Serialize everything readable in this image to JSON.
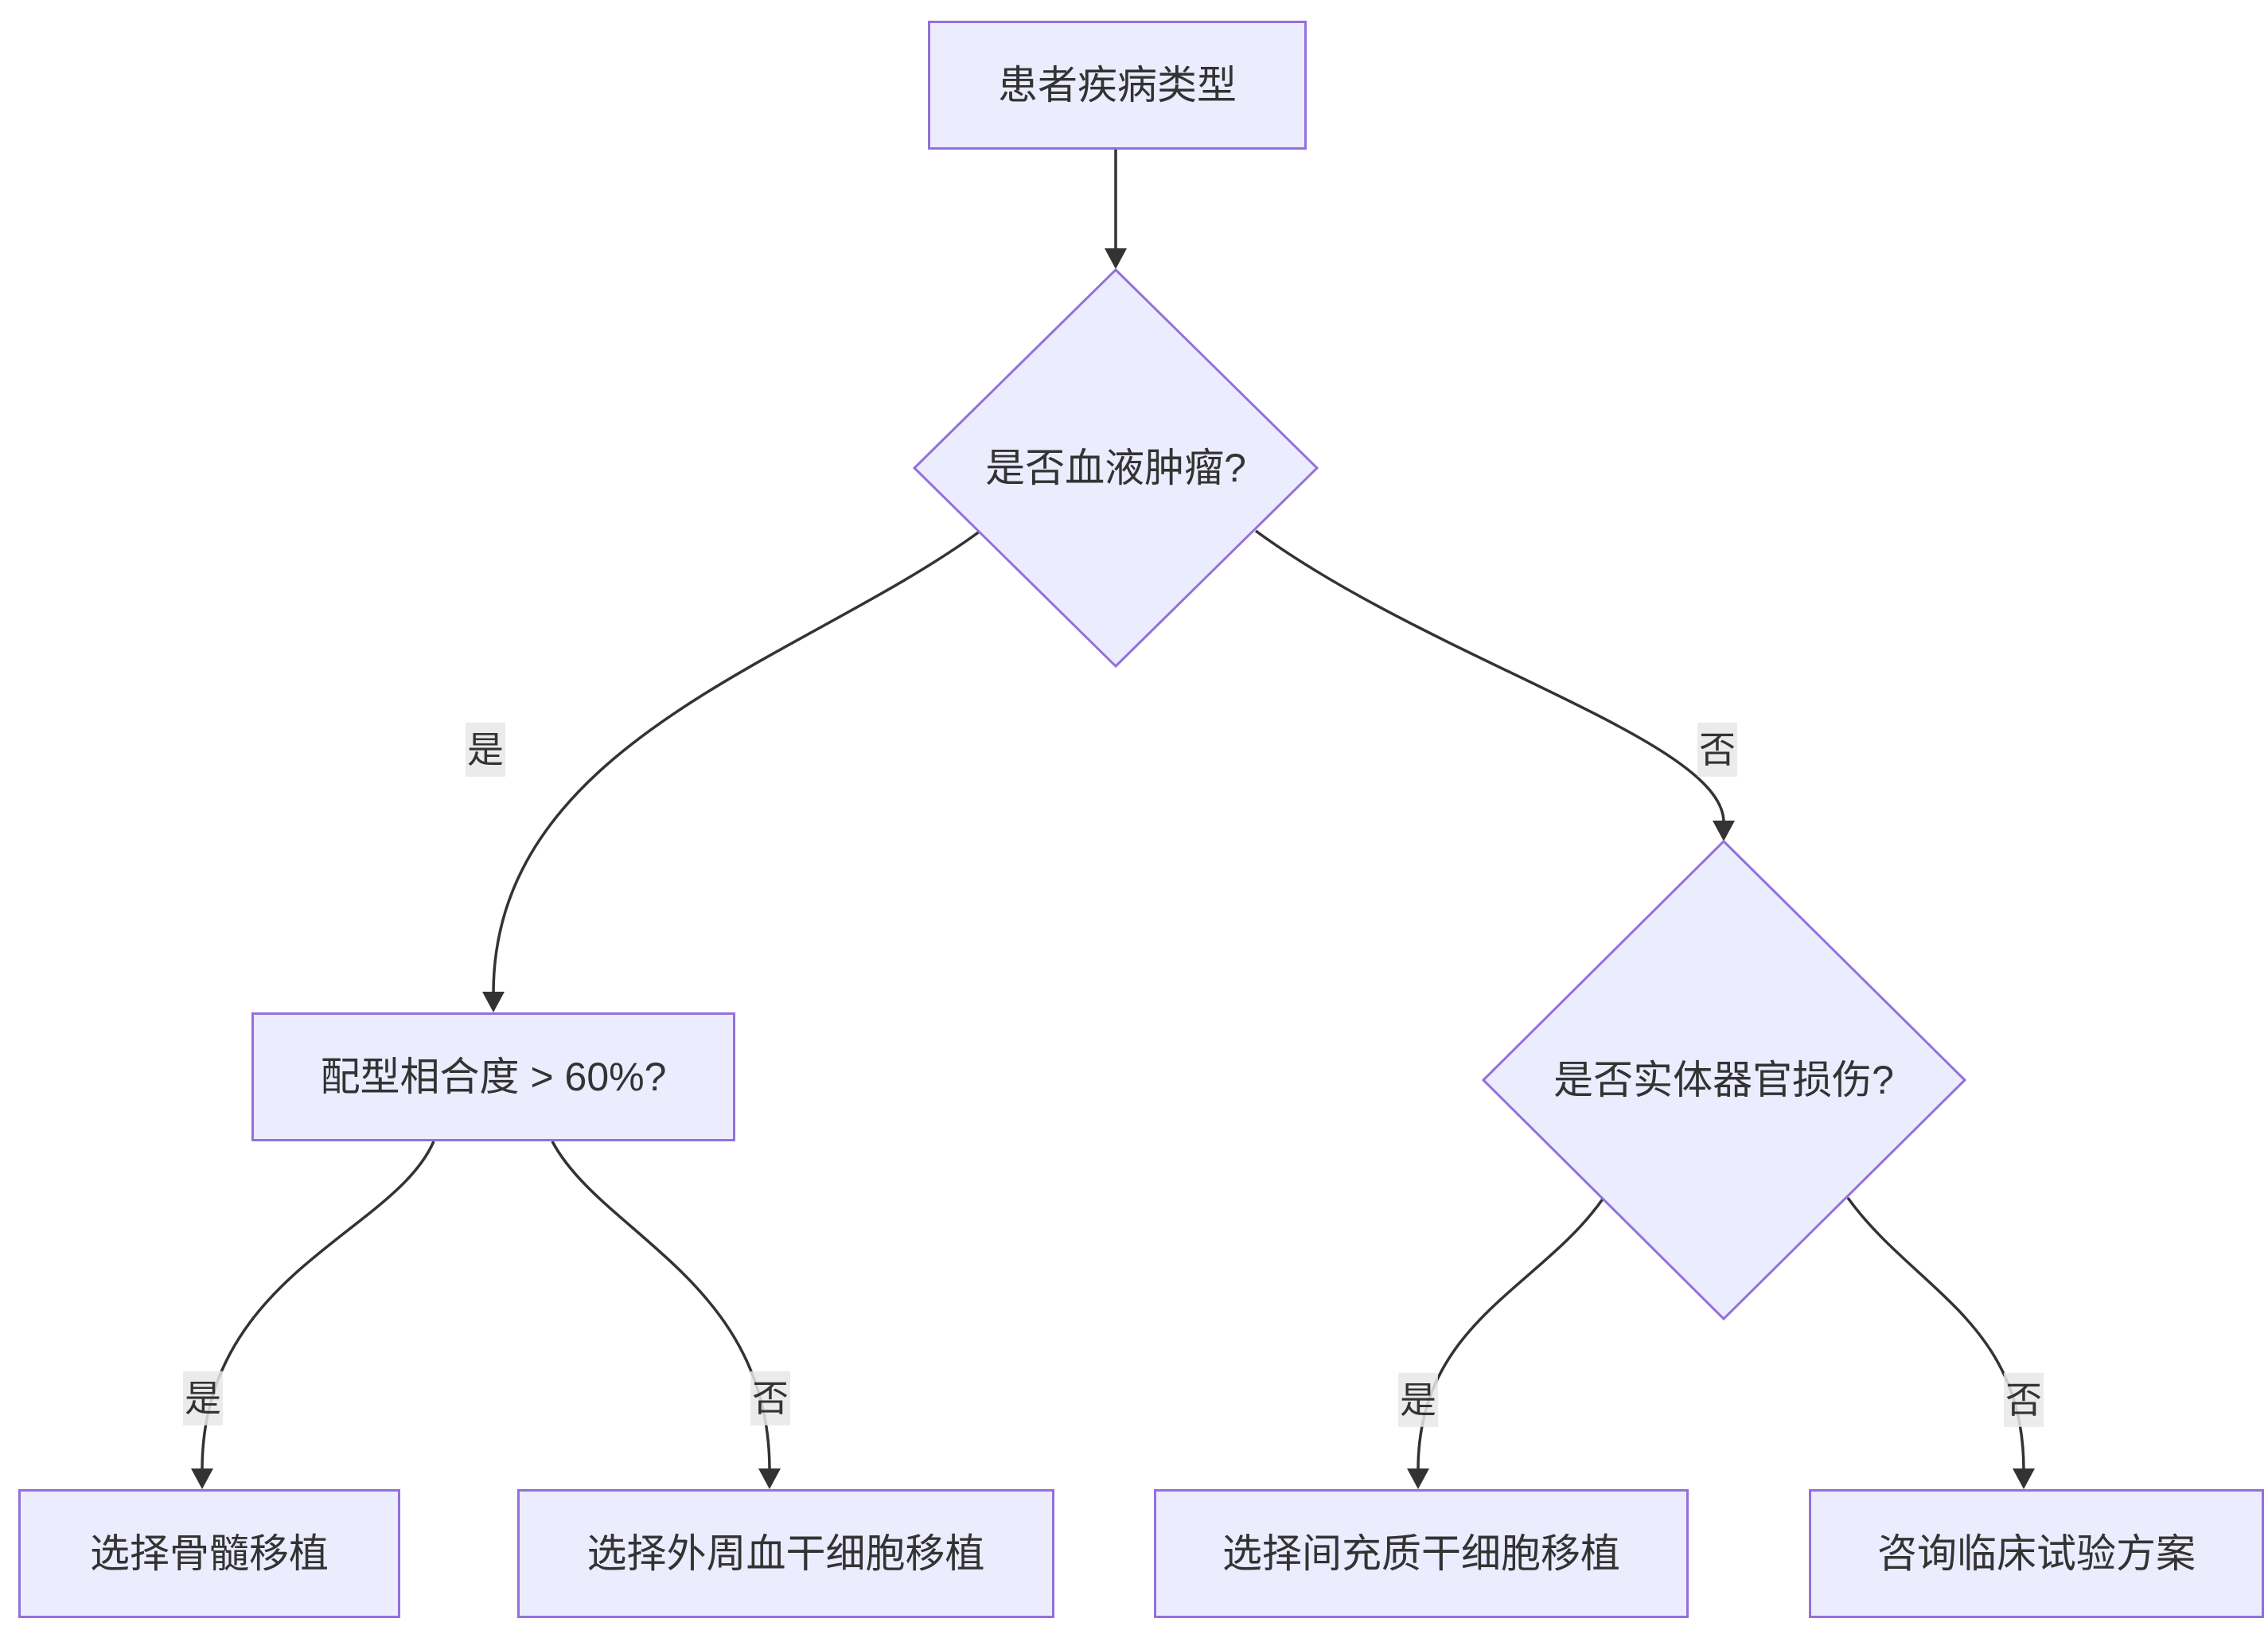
{
  "diagram": {
    "kind": "flowchart-decision-tree",
    "colors": {
      "node_fill": "#ECECFF",
      "node_border": "#9370DB",
      "edge_line": "#333333",
      "edge_label_bg": "#e8e8e8",
      "text": "#333333",
      "background": "#ffffff"
    },
    "nodes": [
      {
        "id": "root",
        "type": "rect",
        "label": "患者疾病类型"
      },
      {
        "id": "q1",
        "type": "diamond",
        "label": "是否血液肿瘤?"
      },
      {
        "id": "q2",
        "type": "rect",
        "label": "配型相合度 > 60%?"
      },
      {
        "id": "q3",
        "type": "diamond",
        "label": "是否实体器官损伤?"
      },
      {
        "id": "r1",
        "type": "rect",
        "label": "选择骨髓移植"
      },
      {
        "id": "r2",
        "type": "rect",
        "label": "选择外周血干细胞移植"
      },
      {
        "id": "r3",
        "type": "rect",
        "label": "选择间充质干细胞移植"
      },
      {
        "id": "r4",
        "type": "rect",
        "label": "咨询临床试验方案"
      }
    ],
    "edges": [
      {
        "from": "root",
        "to": "q1",
        "label": ""
      },
      {
        "from": "q1",
        "to": "q2",
        "label": "是"
      },
      {
        "from": "q1",
        "to": "q3",
        "label": "否"
      },
      {
        "from": "q2",
        "to": "r1",
        "label": "是"
      },
      {
        "from": "q2",
        "to": "r2",
        "label": "否"
      },
      {
        "from": "q3",
        "to": "r3",
        "label": "是"
      },
      {
        "from": "q3",
        "to": "r4",
        "label": "否"
      }
    ]
  }
}
